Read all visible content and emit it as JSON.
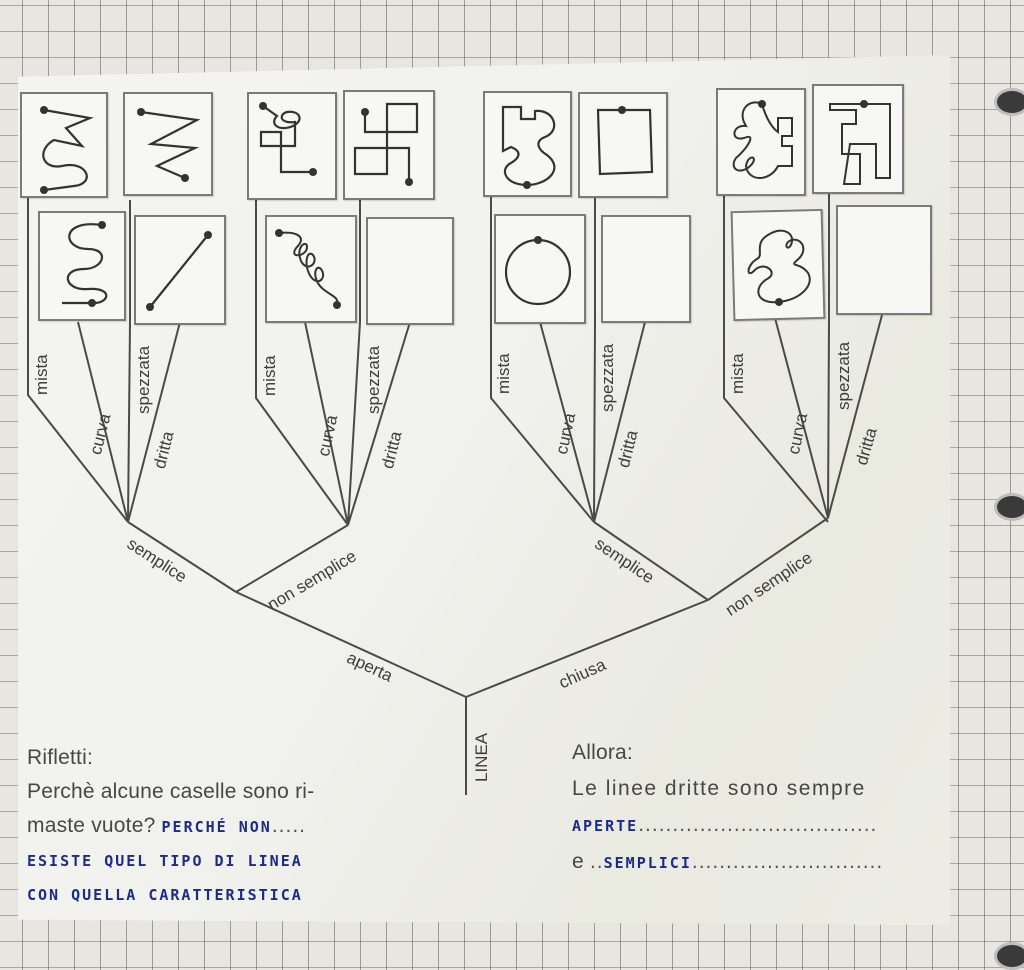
{
  "worksheet": {
    "root_label": "LINEA",
    "level1": [
      {
        "label": "aperta"
      },
      {
        "label": "chiusa"
      }
    ],
    "level2": [
      {
        "label": "semplice",
        "parent": "aperta"
      },
      {
        "label": "non semplice",
        "parent": "aperta"
      },
      {
        "label": "semplice",
        "parent": "chiusa"
      },
      {
        "label": "non semplice",
        "parent": "chiusa"
      }
    ],
    "leaf_labels": [
      "mista",
      "curva",
      "spezzata",
      "dritta"
    ],
    "groups": [
      {
        "path": "aperta / semplice",
        "leaves": [
          {
            "label": "mista",
            "card": "filled"
          },
          {
            "label": "curva",
            "card": "filled"
          },
          {
            "label": "spezzata",
            "card": "filled"
          },
          {
            "label": "dritta",
            "card": "filled"
          }
        ]
      },
      {
        "path": "aperta / non semplice",
        "leaves": [
          {
            "label": "mista",
            "card": "filled"
          },
          {
            "label": "curva",
            "card": "filled"
          },
          {
            "label": "spezzata",
            "card": "filled"
          },
          {
            "label": "dritta",
            "card": "empty"
          }
        ]
      },
      {
        "path": "chiusa / semplice",
        "leaves": [
          {
            "label": "mista",
            "card": "filled"
          },
          {
            "label": "curva",
            "card": "filled"
          },
          {
            "label": "spezzata",
            "card": "filled"
          },
          {
            "label": "dritta",
            "card": "empty"
          }
        ]
      },
      {
        "path": "chiusa / non semplice",
        "leaves": [
          {
            "label": "mista",
            "card": "filled"
          },
          {
            "label": "curva",
            "card": "filled"
          },
          {
            "label": "spezzata",
            "card": "filled"
          },
          {
            "label": "dritta",
            "card": "empty"
          }
        ]
      }
    ]
  },
  "reflection": {
    "heading": "Rifletti:",
    "question_line1": "Perchè alcune caselle sono ri-",
    "question_line2": "maste vuote?",
    "answer_line1": "PERCHÉ NON",
    "answer_line2": "ESISTE QUEL TIPO DI LINEA",
    "answer_line3": "CON QUELLA CARATTERISTICA"
  },
  "conclusion": {
    "heading": "Allora:",
    "statement": "Le linee dritte sono sempre",
    "answer1": "APERTE",
    "connector": "e",
    "answer2": "SEMPLICI"
  },
  "colors": {
    "paper": "#f4f4f2",
    "print_ink": "#474747",
    "pen_ink": "#1c2a8c",
    "grid_background": "#e7e6e1"
  }
}
